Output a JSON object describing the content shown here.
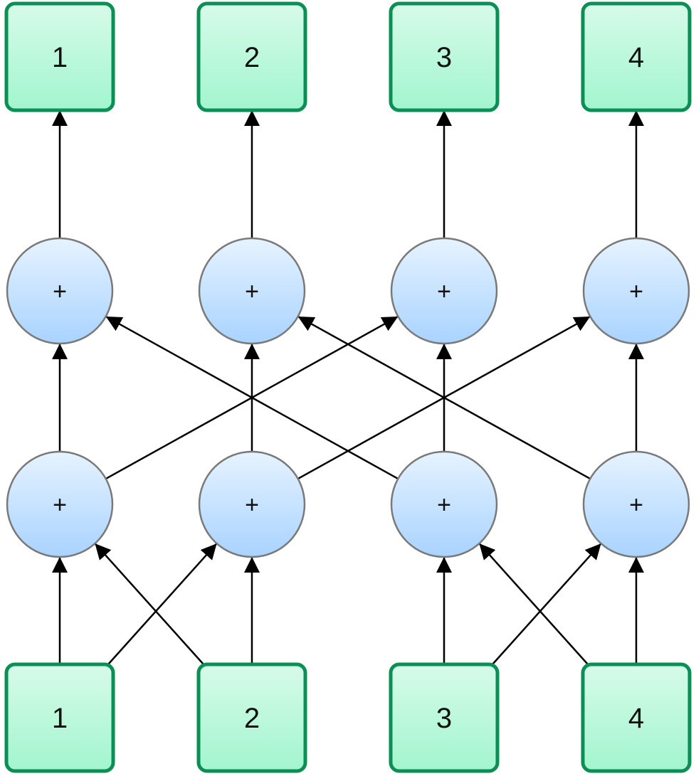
{
  "outputs": [
    {
      "label": "1"
    },
    {
      "label": "2"
    },
    {
      "label": "3"
    },
    {
      "label": "4"
    }
  ],
  "stage2": [
    {
      "label": "+"
    },
    {
      "label": "+"
    },
    {
      "label": "+"
    },
    {
      "label": "+"
    }
  ],
  "stage1": [
    {
      "label": "+"
    },
    {
      "label": "+"
    },
    {
      "label": "+"
    },
    {
      "label": "+"
    }
  ],
  "inputs": [
    {
      "label": "1"
    },
    {
      "label": "2"
    },
    {
      "label": "3"
    },
    {
      "label": "4"
    }
  ],
  "colors": {
    "box_border": "#0a8f55",
    "box_fill_top": "#d7fbe9",
    "box_fill_bottom": "#a2f5cf",
    "node_border": "#7a7a7a",
    "node_fill_top": "#e6f3ff",
    "node_fill_bottom": "#a9d3ff",
    "edge": "#000000"
  }
}
